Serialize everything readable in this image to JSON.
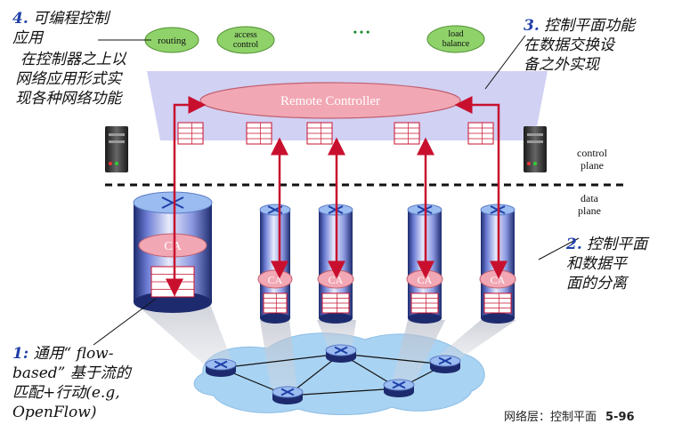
{
  "annotations": {
    "a4": {
      "num": "4.",
      "text": " 可编程控制\n应用",
      "text2": "  在控制器之上以\n 网络应用形式实\n 现各种网络功能"
    },
    "a3": {
      "num": "3.",
      "text": " 控制平面功能\n在数据交换设\n备之外实现"
    },
    "a2": {
      "num": "2.",
      "text": " 控制平面\n和数据平\n面的分离"
    },
    "a1": {
      "num": "1:",
      "text": " 通用“ flow-\nbased” 基于流的\n匹配+行动(e.g,\nOpenFlow)"
    }
  },
  "apps": {
    "routing": "routing",
    "access_control": "access\ncontrol",
    "dots": "• • •",
    "load_balance": "load\nbalance"
  },
  "controller_label": "Remote Controller",
  "ca_label": "CA",
  "plane_labels": {
    "control": "control\nplane",
    "data": "data\nplane"
  },
  "footer": {
    "title": "网络层：控制平面",
    "page": "5-96"
  },
  "colors": {
    "plane": "#c9c9f2",
    "controller": "#f2a7b4",
    "app_oval": "#8fd26a",
    "arrow": "#c8102e",
    "router_top": "#9bbcf0",
    "cloud": "#a9d3f2"
  }
}
